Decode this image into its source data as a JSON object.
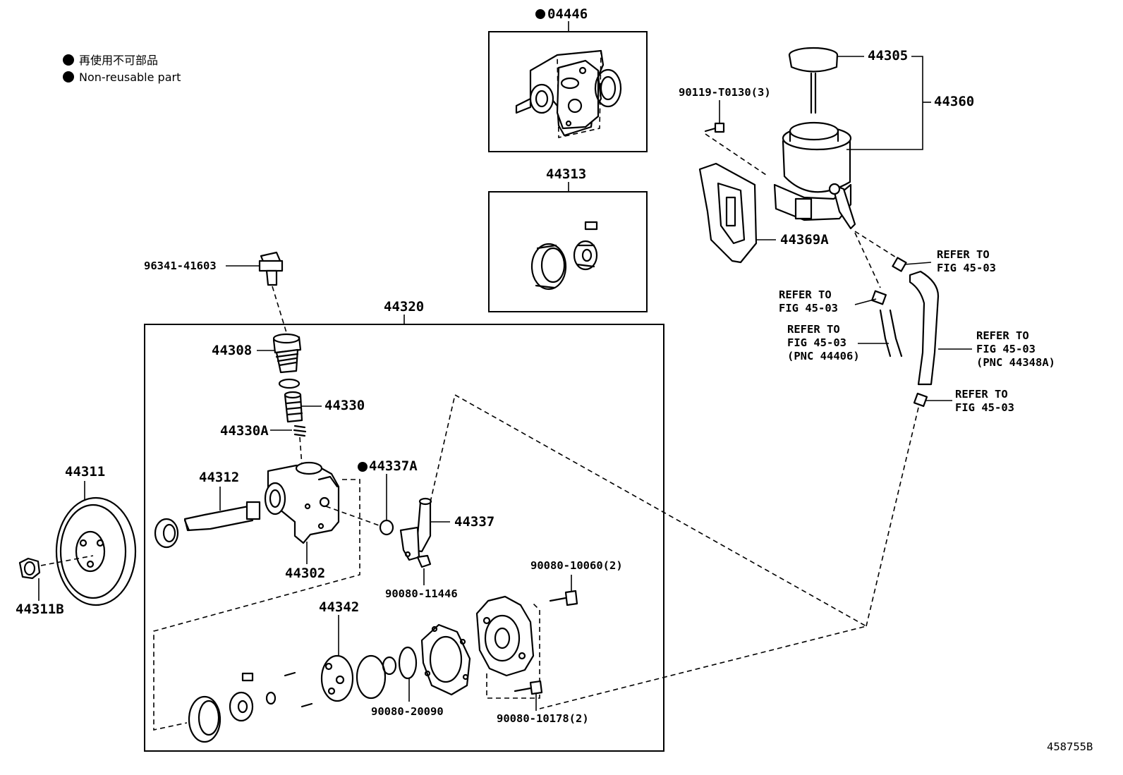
{
  "legend": {
    "jp": "再使用不可部品",
    "en": "Non-reusable part"
  },
  "figure_id": "458755B",
  "labels": {
    "p04446": "04446",
    "p44313": "44313",
    "p44305": "44305",
    "p44360": "44360",
    "p90119": "90119-T0130(3)",
    "p44369A": "44369A",
    "p96341": "96341-41603",
    "p44320": "44320",
    "p44308": "44308",
    "p44330": "44330",
    "p44330A": "44330A",
    "p44337A": "44337A",
    "p44311": "44311",
    "p44312": "44312",
    "p44337": "44337",
    "p44302": "44302",
    "p44311B": "44311B",
    "p90080_11446": "90080-11446",
    "p90080_10060": "90080-10060(2)",
    "p44342": "44342",
    "p90080_20090": "90080-20090",
    "p90080_10178": "90080-10178(2)"
  },
  "refs": {
    "r1": [
      "REFER TO",
      "FIG 45-03"
    ],
    "r2": [
      "REFER TO",
      "FIG 45-03"
    ],
    "r3": [
      "REFER TO",
      "FIG 45-03",
      "(PNC 44406)"
    ],
    "r4": [
      "REFER TO",
      "FIG 45-03",
      "(PNC 44348A)"
    ],
    "r5": [
      "REFER TO",
      "FIG 45-03"
    ]
  }
}
